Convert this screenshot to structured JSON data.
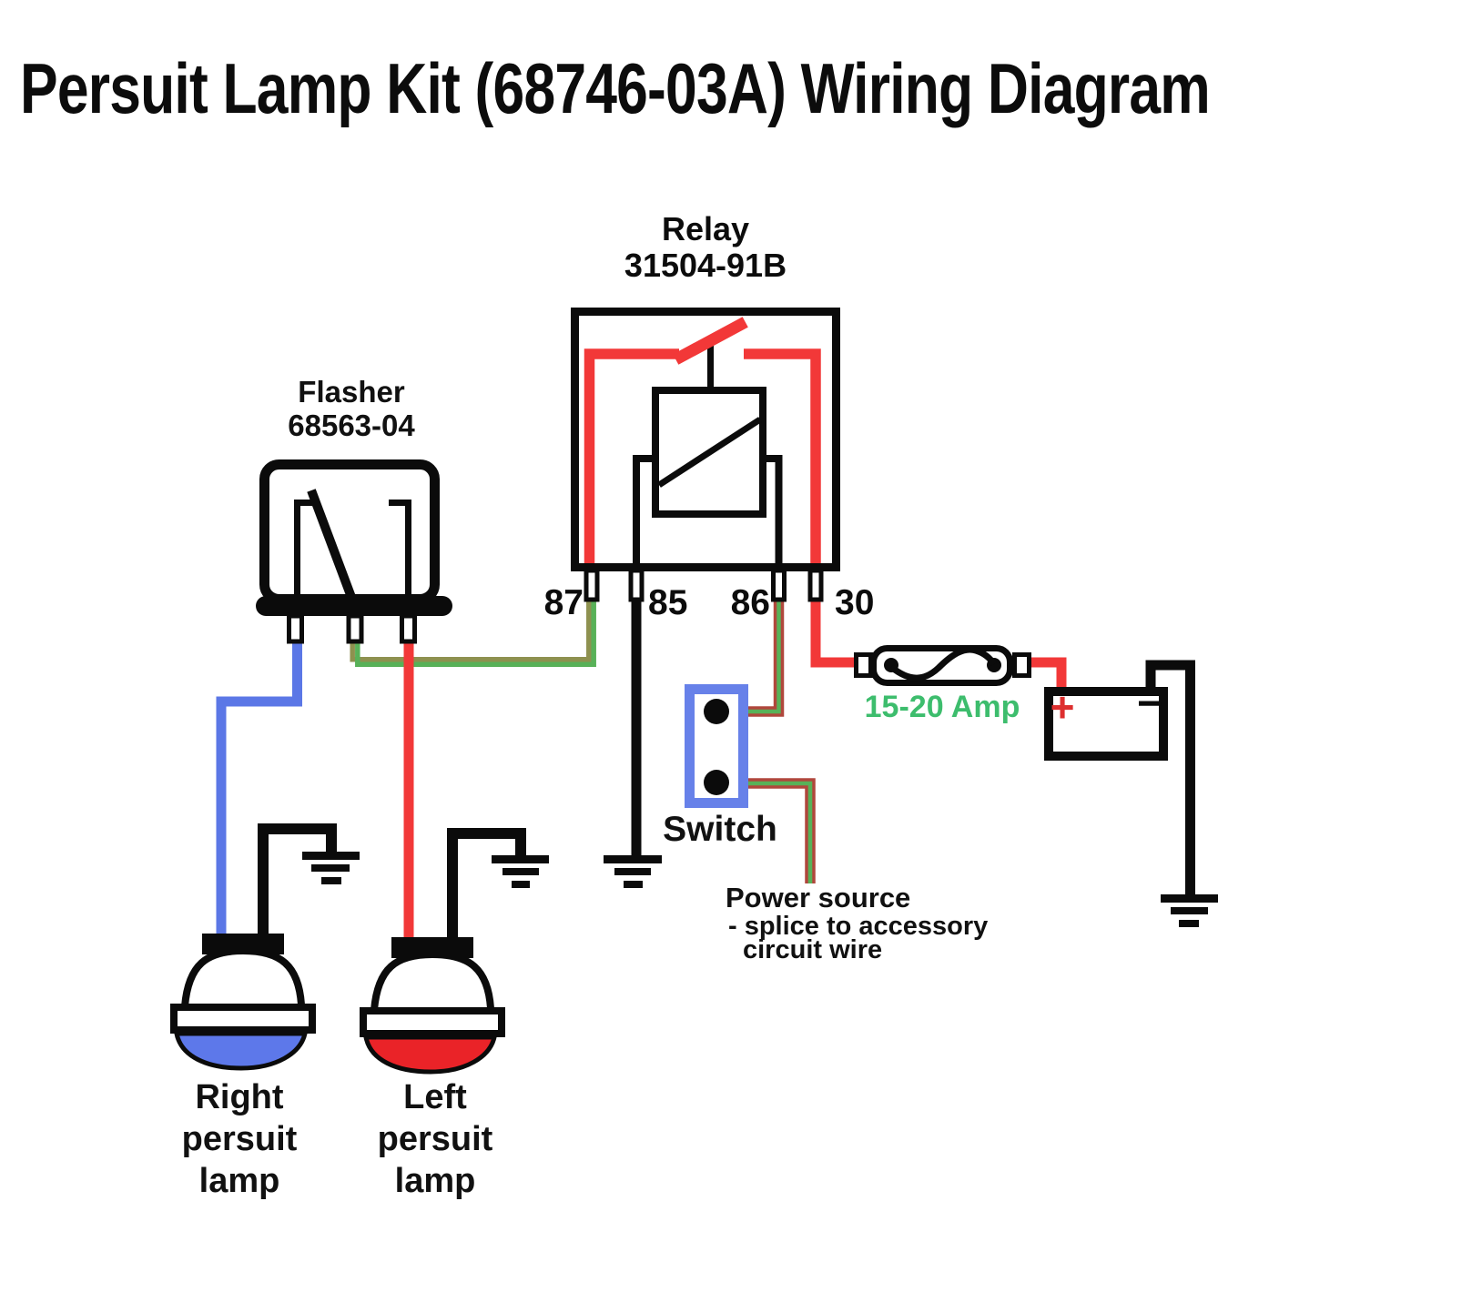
{
  "title": "Persuit Lamp Kit (68746-03A) Wiring Diagram",
  "relay": {
    "label": "Relay",
    "part_number": "31504-91B",
    "pin_labels": {
      "p87": "87",
      "p85": "85",
      "p86": "86",
      "p30": "30"
    }
  },
  "flasher": {
    "label": "Flasher",
    "part_number": "68563-04"
  },
  "switch": {
    "label": "Switch"
  },
  "fuse": {
    "rating_label": "15-20 Amp"
  },
  "battery": {
    "positive_label": "+",
    "negative_label": "−"
  },
  "power_source": {
    "title": "Power source",
    "note_line1": "- splice to accessory",
    "note_line2": "circuit wire"
  },
  "lamps": {
    "right": {
      "lines": [
        "Right",
        "persuit",
        "lamp"
      ]
    },
    "left": {
      "lines": [
        "Left",
        "persuit",
        "lamp"
      ]
    }
  },
  "colors": {
    "wire_red": "#f23838",
    "wire_red_dark": "#b0473c",
    "wire_green": "#58b158",
    "wire_olive": "#8e914f",
    "wire_blue": "#5b77e6",
    "wire_black": "#0b0b0b",
    "switch_blue": "#6781e9",
    "lamp_blue_fill": "#5d78ea",
    "lamp_red_fill": "#ea2328",
    "fuse_text_green": "#3dbd6d",
    "battery_plus_red": "#dd2f2f"
  }
}
